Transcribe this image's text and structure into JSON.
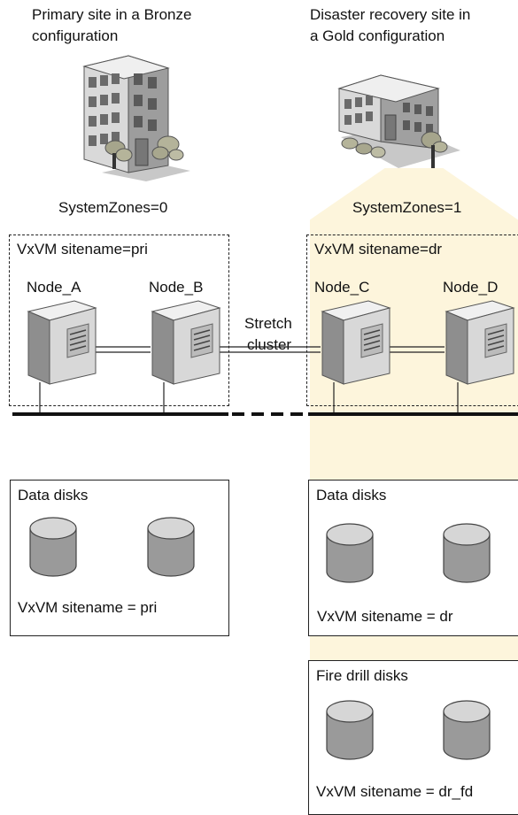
{
  "primary_site": {
    "title_line1": "Primary site in a Bronze",
    "title_line2": "configuration",
    "zones": "SystemZones=0",
    "vxvm_label": "VxVM sitename=pri",
    "nodes": [
      "Node_A",
      "Node_B"
    ],
    "data_disks_title": "Data disks",
    "data_disks_site": "VxVM sitename = pri"
  },
  "dr_site": {
    "title_line1": "Disaster recovery site in",
    "title_line2": "a Gold configuration",
    "zones": "SystemZones=1",
    "vxvm_label": "VxVM sitename=dr",
    "nodes": [
      "Node_C",
      "Node_D"
    ],
    "data_disks_title": "Data disks",
    "data_disks_site": "VxVM sitename = dr",
    "fire_drill_title": "Fire drill disks",
    "fire_drill_site": "VxVM sitename = dr_fd"
  },
  "link": {
    "line1": "Stretch",
    "line2": "cluster"
  },
  "colors": {
    "highlight": "#fdf5dc",
    "server_light": "#d8d8d8",
    "server_dark": "#8e8e8e",
    "disk": "#9a9a9a"
  }
}
